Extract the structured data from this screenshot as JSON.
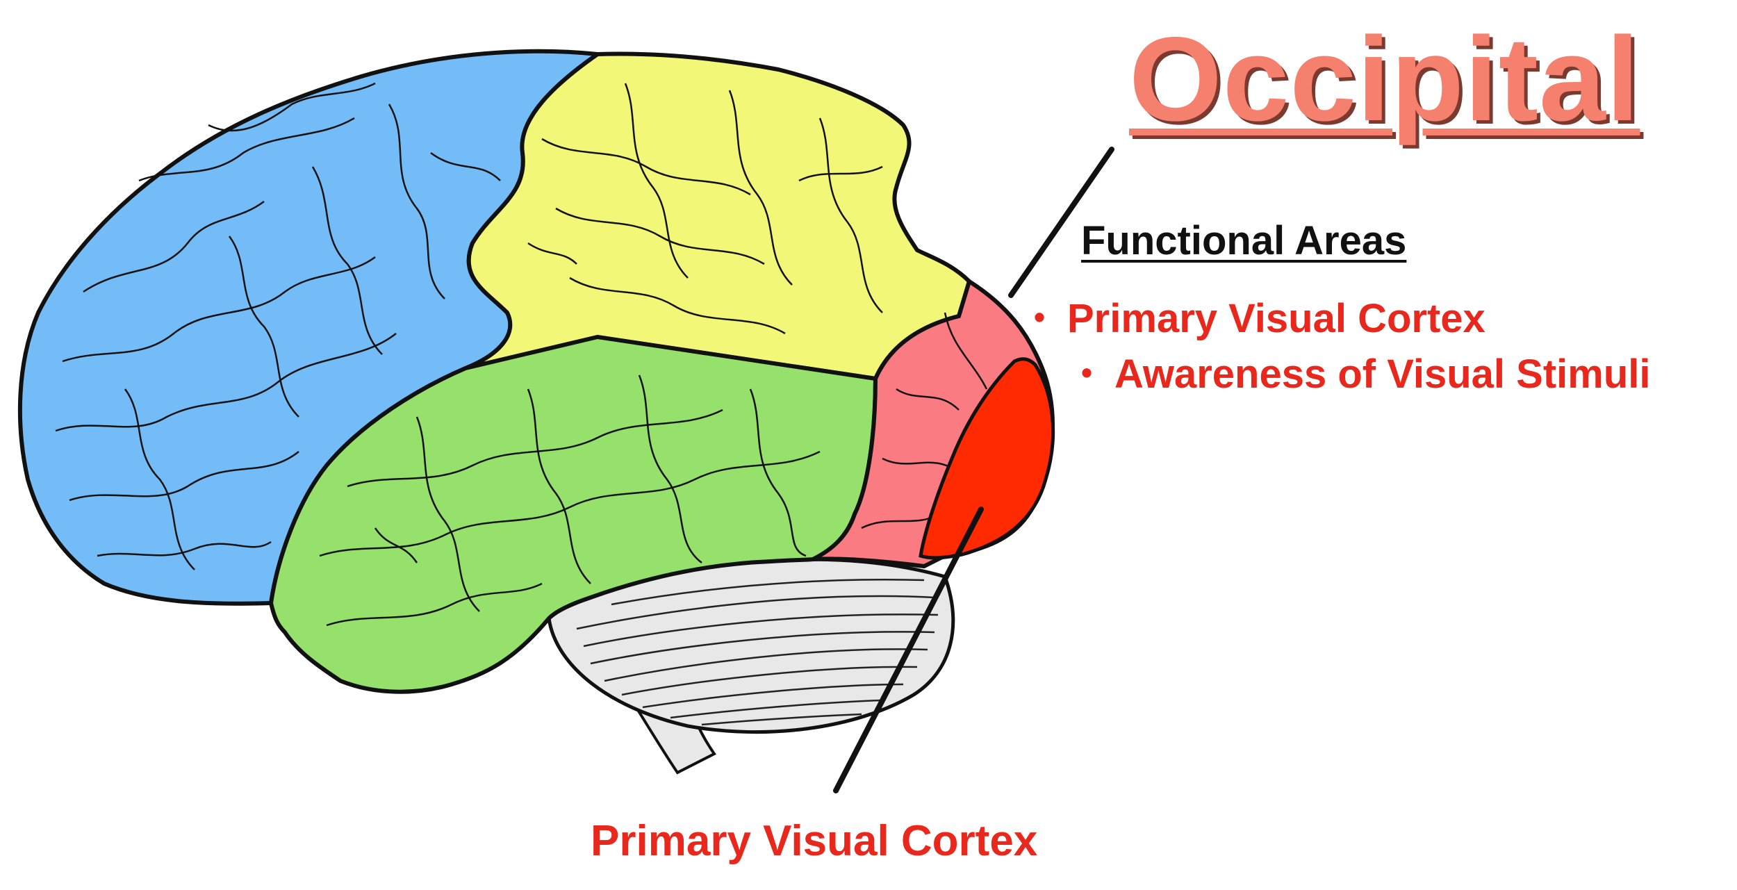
{
  "title": "Occipital",
  "subheading": "Functional Areas",
  "bullet_marker": "•",
  "functional_areas": [
    "Primary Visual Cortex",
    "Awareness of Visual Stimuli"
  ],
  "callout_label": "Primary Visual Cortex",
  "colors": {
    "title": "#f5806d",
    "accent_text": "#e8281c",
    "frontal_lobe": "#74bcf8",
    "parietal_lobe": "#f2f778",
    "temporal_lobe": "#96e06c",
    "occipital_lobe": "#fa7b82",
    "primary_visual_cortex": "#ff2a00",
    "cerebellum": "#e8e8e8",
    "brainstem": "#e8e8e8",
    "outline": "#111111"
  }
}
